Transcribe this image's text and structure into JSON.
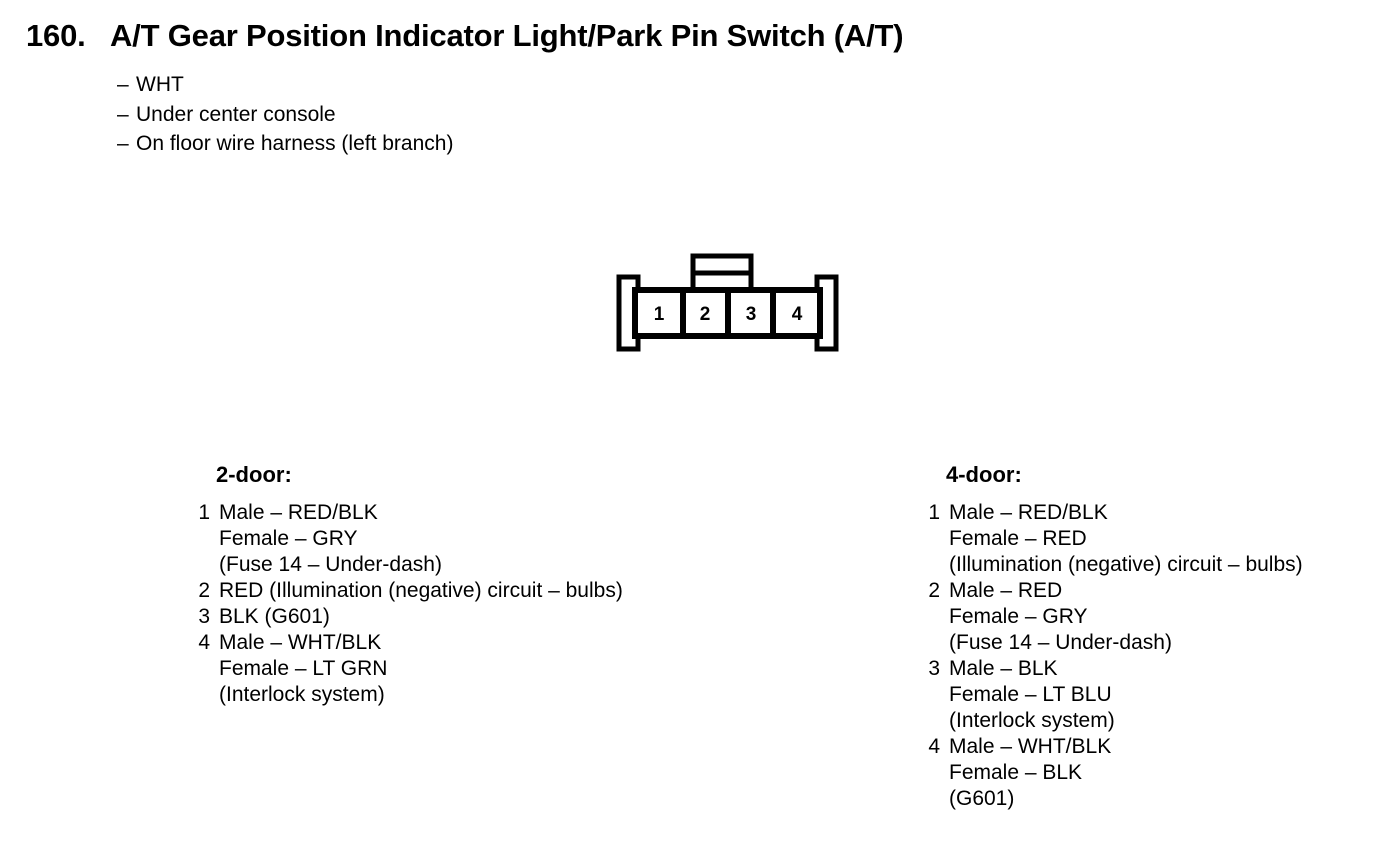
{
  "header": {
    "number": "160.",
    "title": "A/T Gear Position Indicator Light/Park Pin Switch (A/T)",
    "dash": "–",
    "notes": [
      "WHT",
      "Under center console",
      "On floor wire harness (left branch)"
    ]
  },
  "connector": {
    "name": "4-pin connector",
    "pin_count": 4,
    "pin_labels": [
      "1",
      "2",
      "3",
      "4"
    ],
    "line_color": "#000000",
    "fill_color": "#ffffff"
  },
  "columns": [
    {
      "heading": "2-door:",
      "entries": [
        {
          "index": "1",
          "lines": [
            "Male – RED/BLK",
            "Female – GRY",
            "(Fuse 14 – Under-dash)"
          ]
        },
        {
          "index": "2",
          "lines": [
            "RED (Illumination (negative) circuit – bulbs)"
          ]
        },
        {
          "index": "3",
          "lines": [
            "BLK (G601)"
          ]
        },
        {
          "index": "4",
          "lines": [
            "Male – WHT/BLK",
            "Female – LT GRN",
            "(Interlock system)"
          ]
        }
      ]
    },
    {
      "heading": "4-door:",
      "entries": [
        {
          "index": "1",
          "lines": [
            "Male – RED/BLK",
            "Female – RED",
            "(Illumination (negative) circuit – bulbs)"
          ]
        },
        {
          "index": "2",
          "lines": [
            "Male – RED",
            "Female – GRY",
            "(Fuse 14 – Under-dash)"
          ]
        },
        {
          "index": "3",
          "lines": [
            "Male – BLK",
            "Female – LT BLU",
            "(Interlock system)"
          ]
        },
        {
          "index": "4",
          "lines": [
            "Male – WHT/BLK",
            "Female – BLK",
            "(G601)"
          ]
        }
      ]
    }
  ]
}
